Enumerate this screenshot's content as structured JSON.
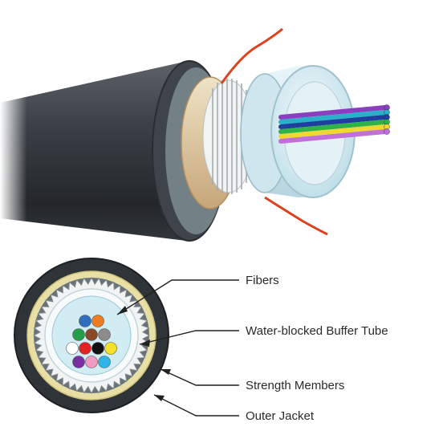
{
  "labels": {
    "fibers": "Fibers",
    "buffer_tube": "Water-blocked Buffer Tube",
    "strength_members": "Strength Members",
    "outer_jacket": "Outer Jacket"
  },
  "colors": {
    "jacket": "#2f3438",
    "jacket_edge": "#1c2024",
    "strength_layer": "#e8dfa6",
    "tan_wrap": "#d9bf93",
    "buffer_tube": "#d2ecf4",
    "ripcord": "#d9441f",
    "leader": "#222222"
  },
  "fiber_colors": [
    [
      "#2e6fbf",
      "#f07a1f"
    ],
    [
      "#23a045",
      "#8a4a2a",
      "#8c8c8c"
    ],
    [
      "#ffffff",
      "#e02424",
      "#111111",
      "#f4e12a"
    ],
    [
      "#7a2fa0",
      "#f29bc2",
      "#2fb4e8"
    ]
  ],
  "cable_fiber_colors": [
    "#8a3fc0",
    "#2ab0c8",
    "#1f3f9f",
    "#2fb24a",
    "#f0d832",
    "#c070d8"
  ]
}
